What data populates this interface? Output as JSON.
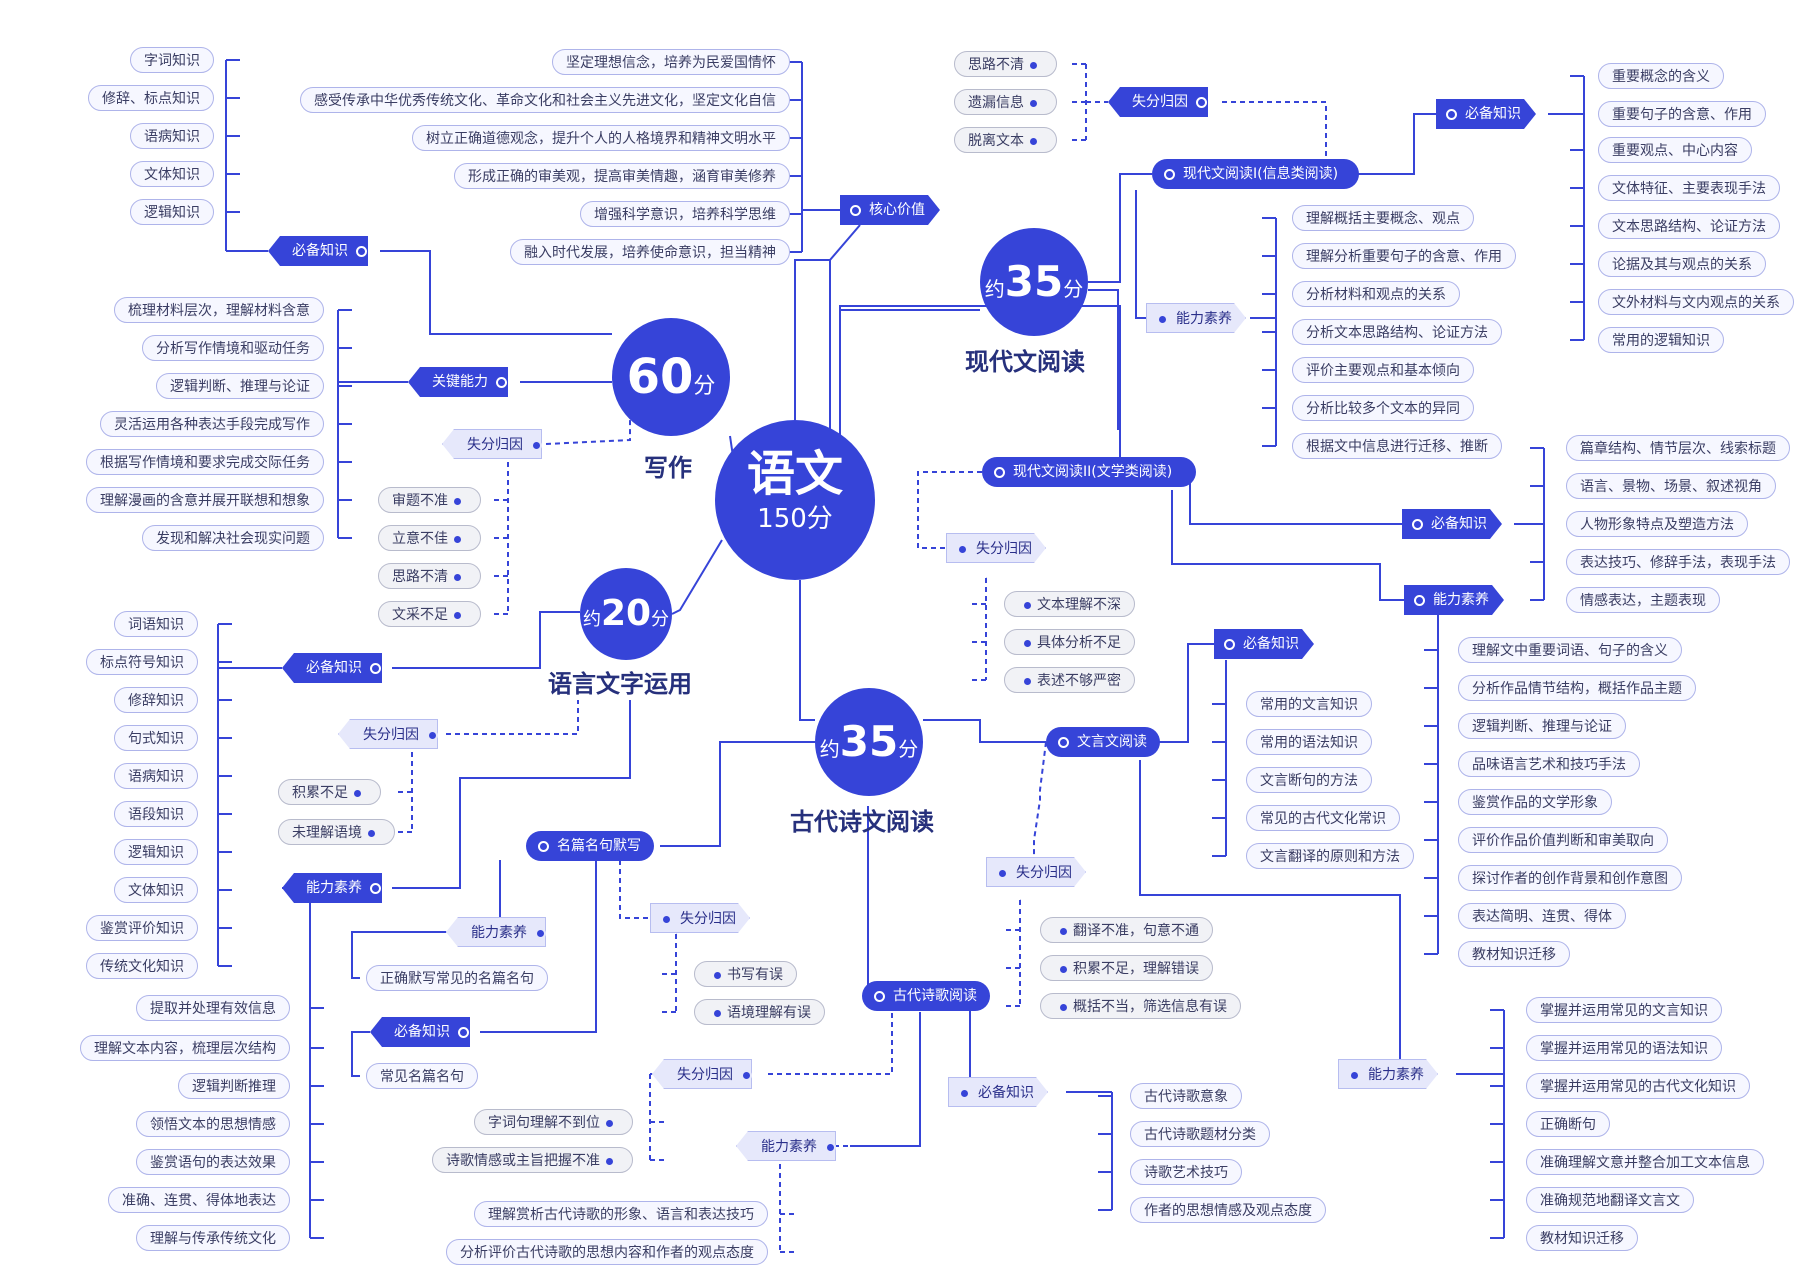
{
  "center": {
    "title": "语文",
    "score": "150分"
  },
  "sections": {
    "writing": {
      "title": "写作",
      "score_prefix": "",
      "score_num": "60",
      "score_unit": "分"
    },
    "language": {
      "title": "语言文字运用",
      "score_prefix": "约",
      "score_num": "20",
      "score_unit": "分"
    },
    "modern": {
      "title": "现代文阅读",
      "score_prefix": "约",
      "score_num": "35",
      "score_unit": "分"
    },
    "ancient": {
      "title": "古代诗文阅读",
      "score_prefix": "约",
      "score_num": "35",
      "score_unit": "分"
    }
  },
  "core_values": {
    "label": "核心价值",
    "items": [
      "坚定理想信念，培养为民爱国情怀",
      "感受传承中华优秀传统文化、革命文化和社会主义先进文化，坚定文化自信",
      "树立正确道德观念，提升个人的人格境界和精神文明水平",
      "形成正确的审美观，提高审美情趣，涵育审美修养",
      "增强科学意识，培养科学思维",
      "融入时代发展，培养使命意识，担当精神"
    ]
  },
  "writing_knowledge": {
    "label": "必备知识",
    "items": [
      "字词知识",
      "修辞、标点知识",
      "语病知识",
      "文体知识",
      "逻辑知识"
    ]
  },
  "writing_ability": {
    "label": "关键能力",
    "items": [
      "梳理材料层次，理解材料含意",
      "分析写作情境和驱动任务",
      "逻辑判断、推理与论证",
      "灵活运用各种表达手段完成写作",
      "根据写作情境和要求完成交际任务",
      "理解漫画的含意并展开联想和想象",
      "发现和解决社会现实问题"
    ]
  },
  "writing_loss": {
    "label": "失分归因",
    "items": [
      "审题不准",
      "立意不佳",
      "思路不清",
      "文采不足"
    ]
  },
  "lang_knowledge": {
    "label": "必备知识",
    "items": [
      "词语知识",
      "标点符号知识",
      "修辞知识",
      "句式知识",
      "语病知识",
      "语段知识",
      "逻辑知识",
      "文体知识",
      "鉴赏评价知识",
      "传统文化知识"
    ]
  },
  "lang_loss": {
    "label": "失分归因",
    "items": [
      "积累不足",
      "未理解语境"
    ]
  },
  "lang_ability": {
    "label": "能力素养",
    "items": [
      "提取并处理有效信息",
      "理解文本内容，梳理层次结构",
      "逻辑判断推理",
      "领悟文本的思想情感",
      "鉴赏语句的表达效果",
      "准确、连贯、得体地表达",
      "理解与传承传统文化"
    ]
  },
  "modern_one": {
    "label": "现代文阅读I(信息类阅读)",
    "loss_label": "失分归因",
    "loss_items": [
      "思路不清",
      "遗漏信息",
      "脱离文本"
    ],
    "knowledge_label": "必备知识",
    "knowledge_items": [
      "重要概念的含义",
      "重要句子的含意、作用",
      "重要观点、中心内容",
      "文体特征、主要表现手法",
      "文本思路结构、论证方法",
      "论据及其与观点的关系",
      "文外材料与文内观点的关系",
      "常用的逻辑知识"
    ],
    "ability_label": "能力素养",
    "ability_items": [
      "理解概括主要概念、观点",
      "理解分析重要句子的含意、作用",
      "分析材料和观点的关系",
      "分析文本思路结构、论证方法",
      "评价主要观点和基本倾向",
      "分析比较多个文本的异同",
      "根据文中信息进行迁移、推断"
    ]
  },
  "modern_two": {
    "label": "现代文阅读II(文学类阅读)",
    "loss_label": "失分归因",
    "loss_items": [
      "文本理解不深",
      "具体分析不足",
      "表述不够严密"
    ],
    "knowledge_label": "必备知识",
    "knowledge_items": [
      "篇章结构、情节层次、线索标题",
      "语言、景物、场景、叙述视角",
      "人物形象特点及塑造方法",
      "表达技巧、修辞手法，表现手法",
      "情感表达，主题表现"
    ],
    "ability_label": "能力素养",
    "ability_items": [
      "理解文中重要词语、句子的含义",
      "分析作品情节结构，概括作品主题",
      "逻辑判断、推理与论证",
      "品味语言艺术和技巧手法",
      "鉴赏作品的文学形象",
      "评价作品价值判断和审美取向",
      "探讨作者的创作背景和创作意图",
      "表达简明、连贯、得体",
      "教材知识迁移"
    ]
  },
  "classical": {
    "label": "文言文阅读",
    "knowledge_label": "必备知识",
    "knowledge_items": [
      "常用的文言知识",
      "常用的语法知识",
      "文言断句的方法",
      "常见的古代文化常识",
      "文言翻译的原则和方法"
    ],
    "loss_label": "失分归因",
    "loss_items": [
      "翻译不准，句意不通",
      "积累不足，理解错误",
      "概括不当，筛选信息有误"
    ],
    "ability_label": "能力素养",
    "ability_items": [
      "掌握并运用常见的文言知识",
      "掌握并运用常见的语法知识",
      "掌握并运用常见的古代文化知识",
      "正确断句",
      "准确理解文意并整合加工文本信息",
      "准确规范地翻译文言文",
      "教材知识迁移"
    ]
  },
  "poetry": {
    "label": "古代诗歌阅读",
    "knowledge_label": "必备知识",
    "knowledge_items": [
      "古代诗歌意象",
      "古代诗歌题材分类",
      "诗歌艺术技巧",
      "作者的思想情感及观点态度"
    ],
    "loss_label": "失分归因",
    "loss_items": [
      "字词句理解不到位",
      "诗歌情感或主旨把握不准"
    ],
    "ability_label": "能力素养",
    "ability_items": [
      "理解赏析古代诗歌的形象、语言和表达技巧",
      "分析评价古代诗歌的思想内容和作者的观点态度"
    ]
  },
  "famous": {
    "label": "名篇名句默写",
    "ability_label": "能力素养",
    "ability_items": [
      "正确默写常见的名篇名句"
    ],
    "knowledge_label": "必备知识",
    "knowledge_items": [
      "常见名篇名句"
    ],
    "loss_label": "失分归因",
    "loss_items": [
      "书写有误",
      "语境理解有误"
    ]
  },
  "colors": {
    "primary": "#3644d8",
    "leaf_border": "#aeb4ea",
    "leaf_fill": "#f6f7ff",
    "title": "#26307c"
  }
}
